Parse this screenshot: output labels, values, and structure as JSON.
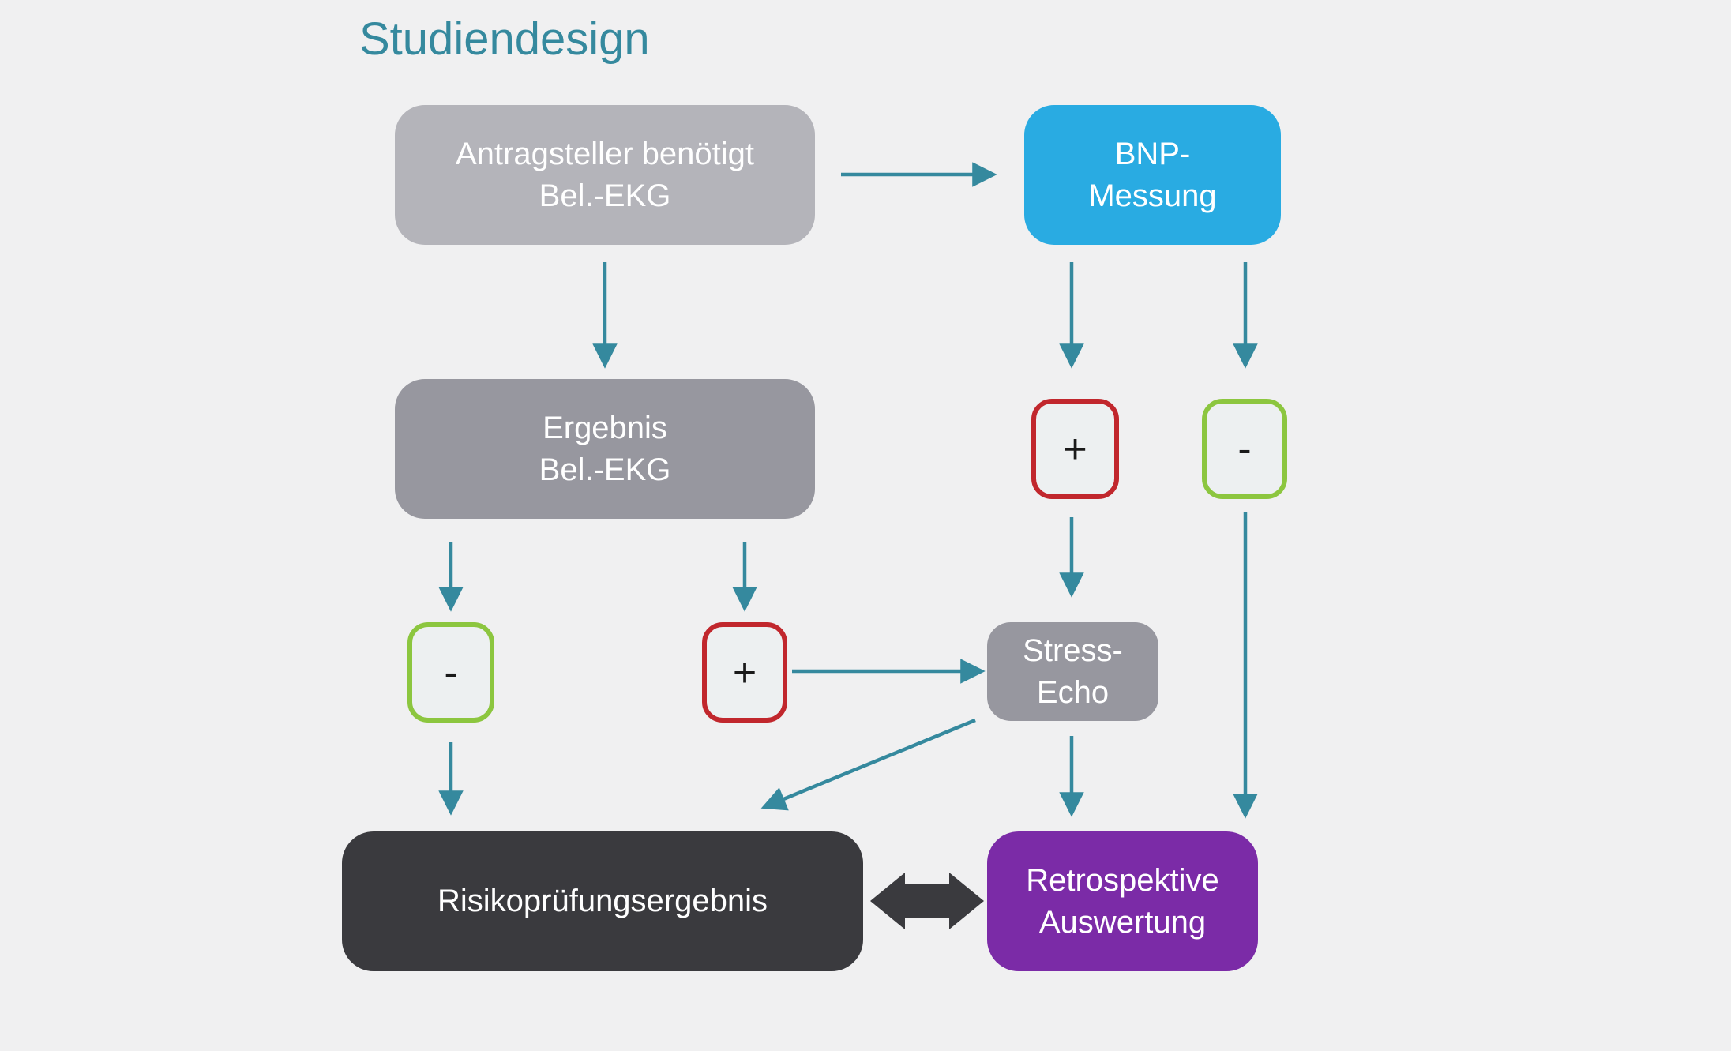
{
  "title": "Studiendesign",
  "colors": {
    "background": "#F0F0F1",
    "accent_teal": "#35899E",
    "light_gray_box": "#B4B4BA",
    "medium_gray_box": "#97979F",
    "blue_box": "#29ABE2",
    "red_border": "#C1272D",
    "green_border": "#8CC63F",
    "small_box_fill": "#EDF0F1",
    "dark_box": "#3A3A3E",
    "purple_box": "#7B2BA7",
    "white_text": "#FFFFFF"
  },
  "diagram": {
    "nodes": [
      {
        "id": "antragsteller",
        "lines": [
          "Antragsteller benötigt",
          "Bel.-EKG"
        ]
      },
      {
        "id": "bnp-messung",
        "lines": [
          "BNP-",
          "Messung"
        ]
      },
      {
        "id": "ergebnis-bel-ekg",
        "lines": [
          "Ergebnis",
          "Bel.-EKG"
        ]
      },
      {
        "id": "bnp-positive",
        "lines": [
          "+"
        ]
      },
      {
        "id": "bnp-negative",
        "lines": [
          "-"
        ]
      },
      {
        "id": "ekg-negative",
        "lines": [
          "-"
        ]
      },
      {
        "id": "ekg-positive",
        "lines": [
          "+"
        ]
      },
      {
        "id": "stress-echo",
        "lines": [
          "Stress-",
          "Echo"
        ]
      },
      {
        "id": "risikopruefungsergebnis",
        "lines": [
          "Risikoprüfungsergebnis"
        ]
      },
      {
        "id": "retrospektive-auswertung",
        "lines": [
          "Retrospektive",
          "Auswertung"
        ]
      }
    ]
  }
}
